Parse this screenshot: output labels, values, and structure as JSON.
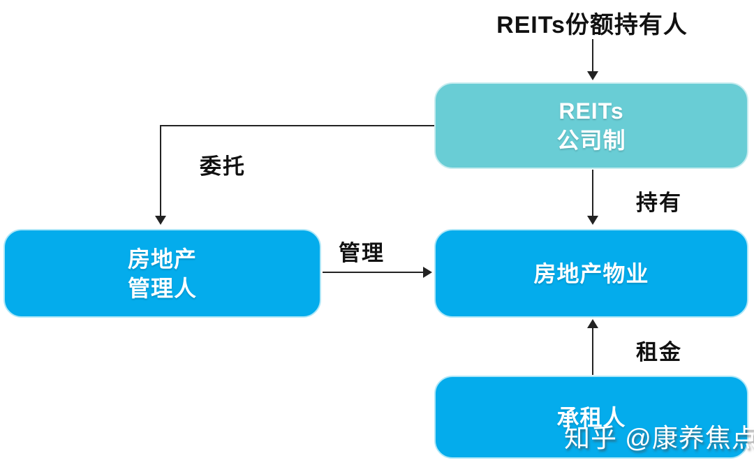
{
  "title": "REITs份额持有人",
  "boxes": {
    "reits": {
      "line1": "REITs",
      "line2": "公司制"
    },
    "manager": {
      "line1": "房地产",
      "line2": "管理人"
    },
    "property": {
      "label": "房地产物业"
    },
    "tenant": {
      "label": "承租人"
    }
  },
  "edge_labels": {
    "entrust": "委托",
    "manage": "管理",
    "hold": "持有",
    "rent": "租金"
  },
  "watermark": {
    "text": "知乎 @康养焦点"
  },
  "colors": {
    "box_teal": "#69CDD5",
    "box_blue": "#04ACEC",
    "arrow": "#222222",
    "node_text": "#FFFFFF",
    "label_text": "#111111"
  }
}
